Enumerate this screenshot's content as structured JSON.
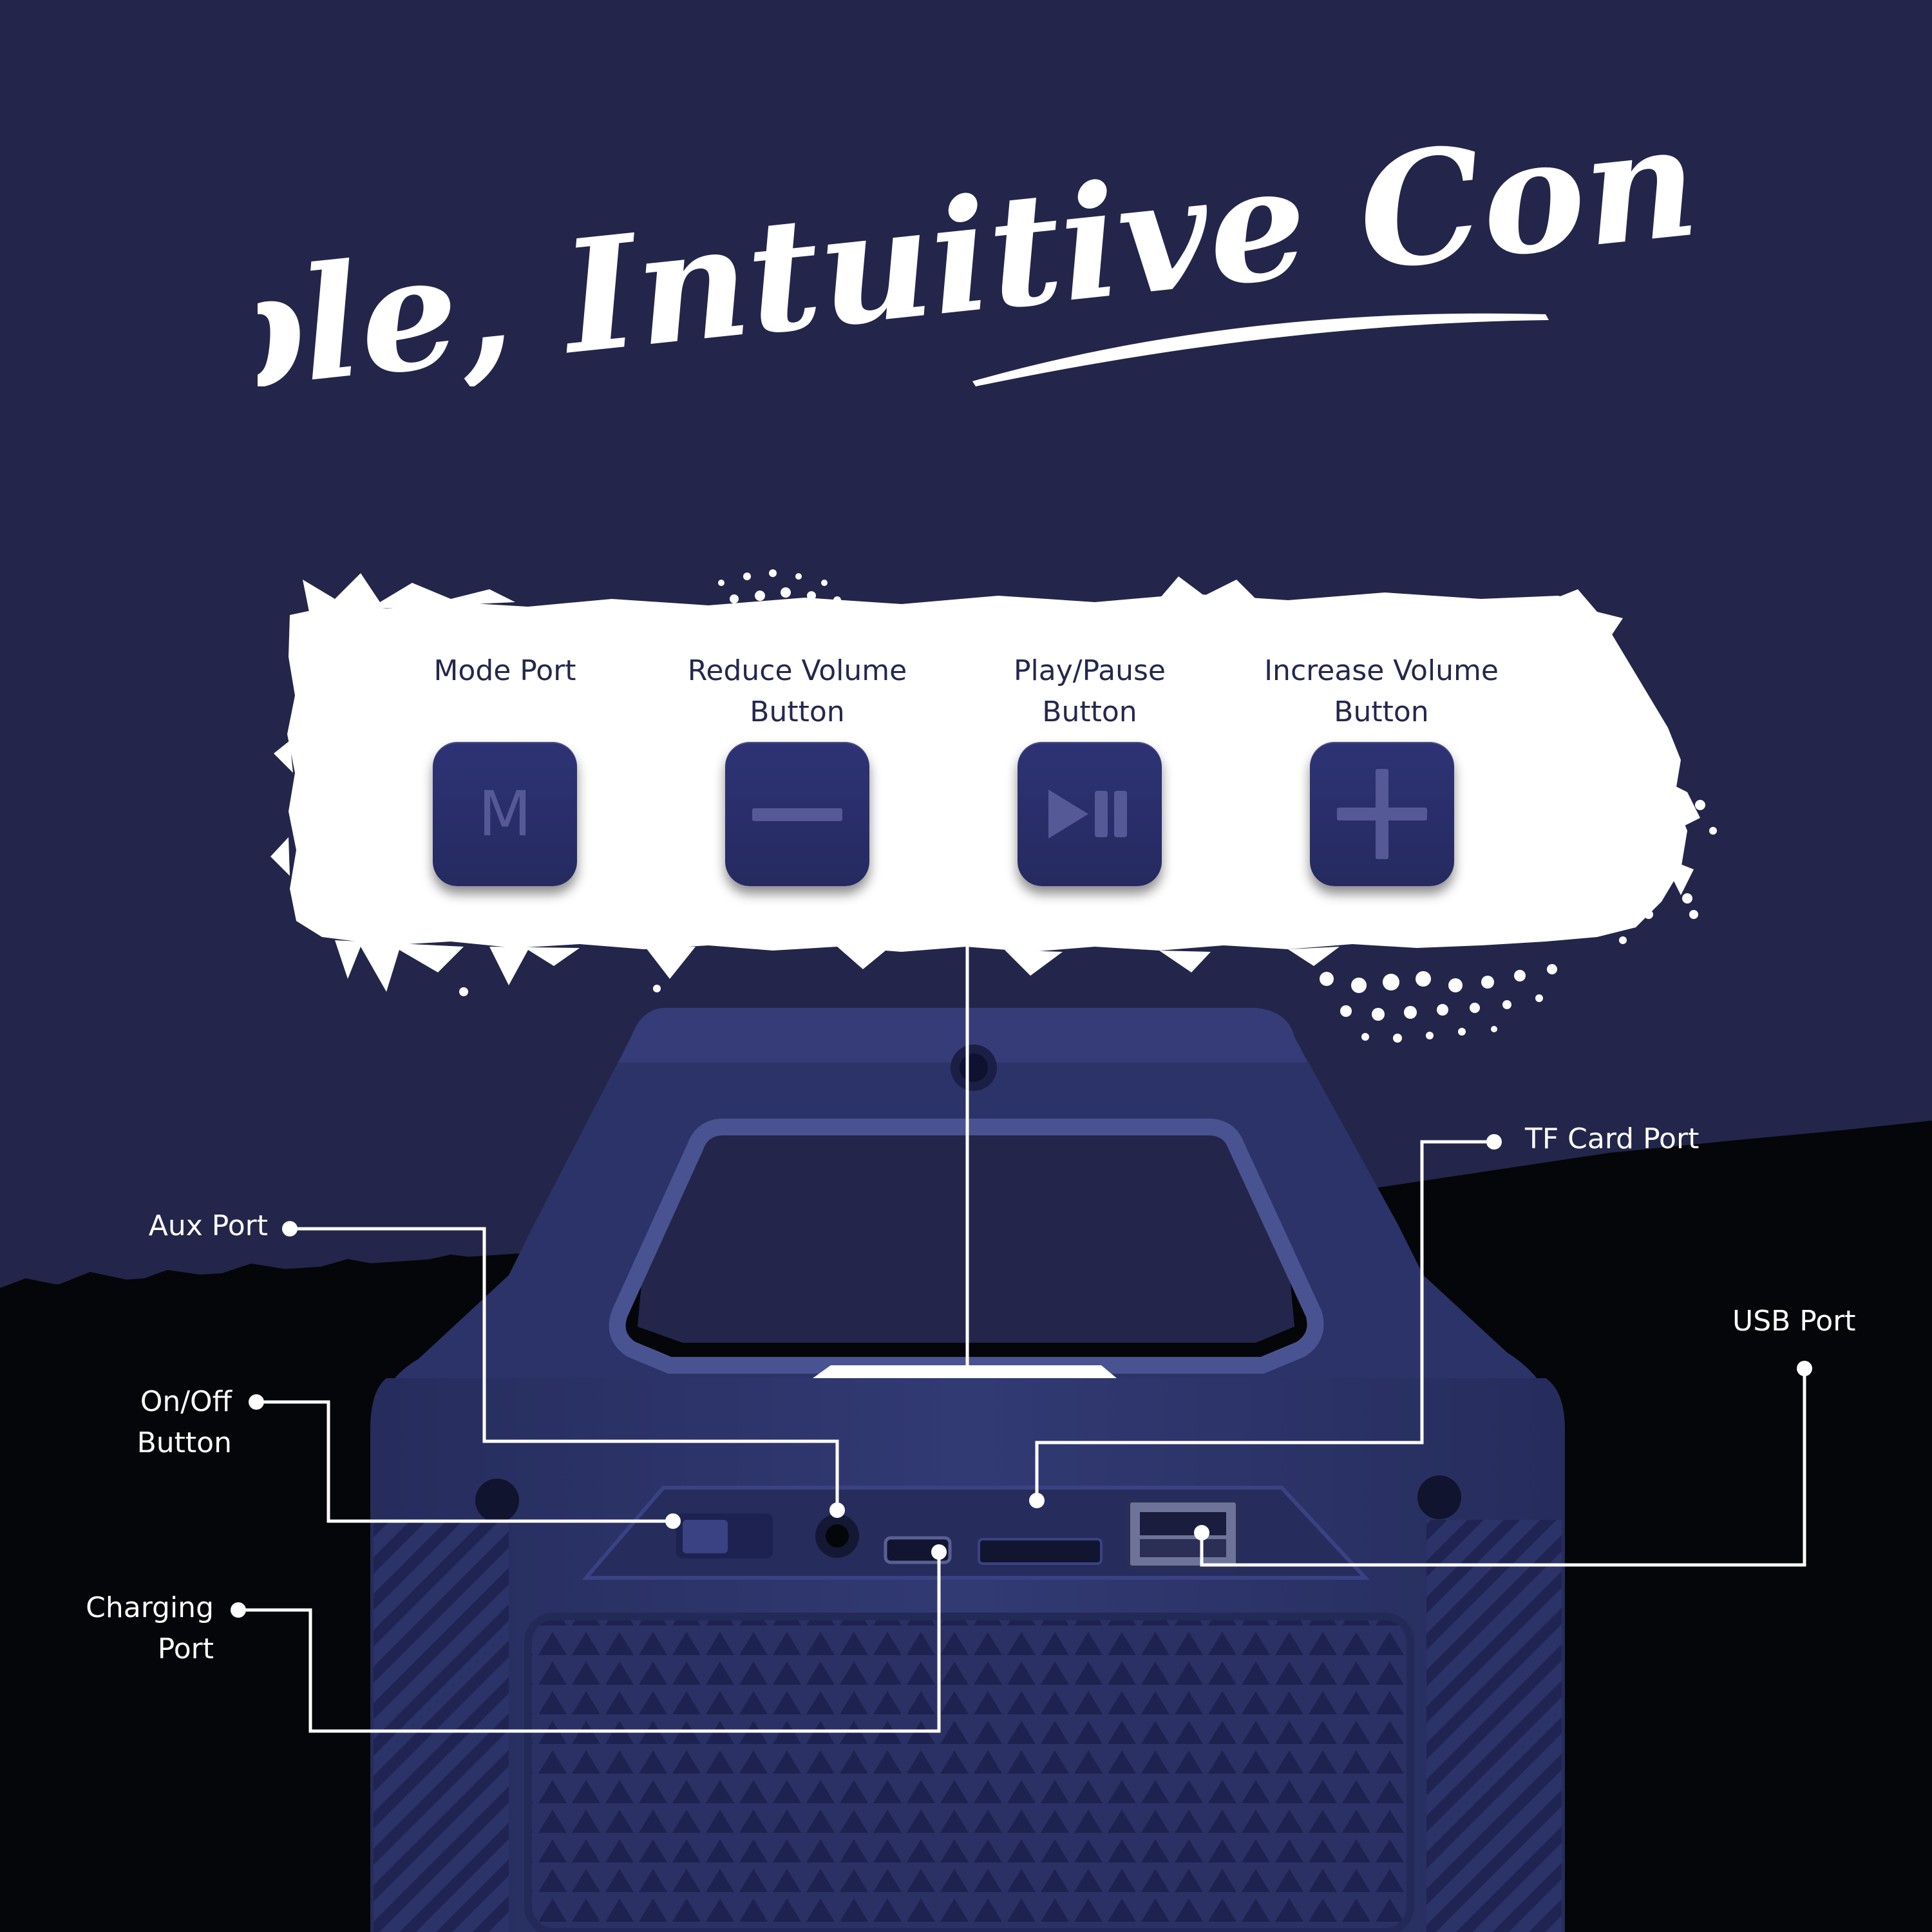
{
  "title": "Simple, Intuitive Controls",
  "colors": {
    "navy_background": "#23264a",
    "black_background": "#050609",
    "brush_white": "#ffffff",
    "speaker_blue": "#2c3368",
    "button_blue": "#2a2f6b",
    "callout_line": "#ffffff"
  },
  "top_buttons": [
    {
      "label_lines": [
        "Mode Port"
      ],
      "symbol": "M",
      "icon": "mode-m-icon"
    },
    {
      "label_lines": [
        "Reduce Volume",
        "Button"
      ],
      "icon": "minus-icon"
    },
    {
      "label_lines": [
        "Play/Pause",
        "Button"
      ],
      "icon": "play-pause-icon"
    },
    {
      "label_lines": [
        "Increase Volume",
        "Button"
      ],
      "icon": "plus-icon"
    }
  ],
  "callouts": {
    "aux_port": {
      "label": "Aux Port"
    },
    "on_off_button": {
      "label_lines": [
        "On/Off",
        "Button"
      ]
    },
    "charging_port": {
      "label_lines": [
        "Charging",
        "Port"
      ]
    },
    "tf_card_port": {
      "label": "TF Card Port"
    },
    "usb_port": {
      "label": "USB Port"
    }
  }
}
